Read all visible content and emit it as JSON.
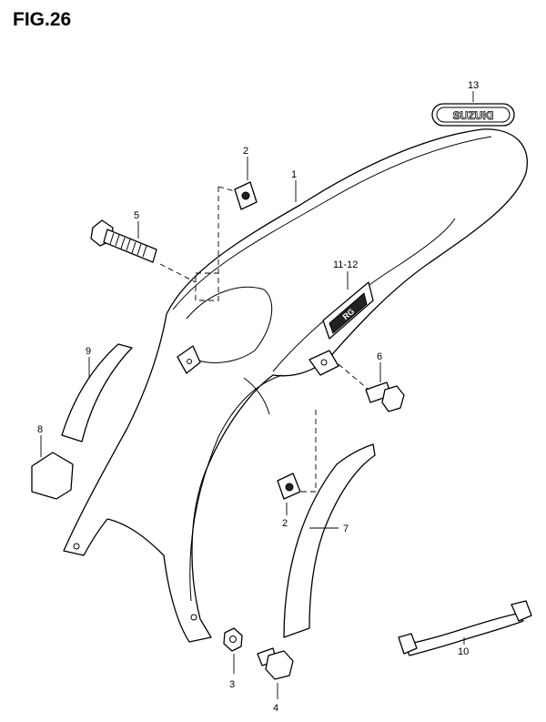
{
  "figure": {
    "title": "FIG.26"
  },
  "labels": {
    "p1": "1",
    "p2a": "2",
    "p2b": "2",
    "p3": "3",
    "p4": "4",
    "p5": "5",
    "p6": "6",
    "p7": "7",
    "p8": "8",
    "p9": "9",
    "p10": "10",
    "p11_12": "11-12",
    "p13": "13"
  },
  "emblem": {
    "text": "SUZUKI"
  },
  "decal": {
    "text": "RG"
  }
}
